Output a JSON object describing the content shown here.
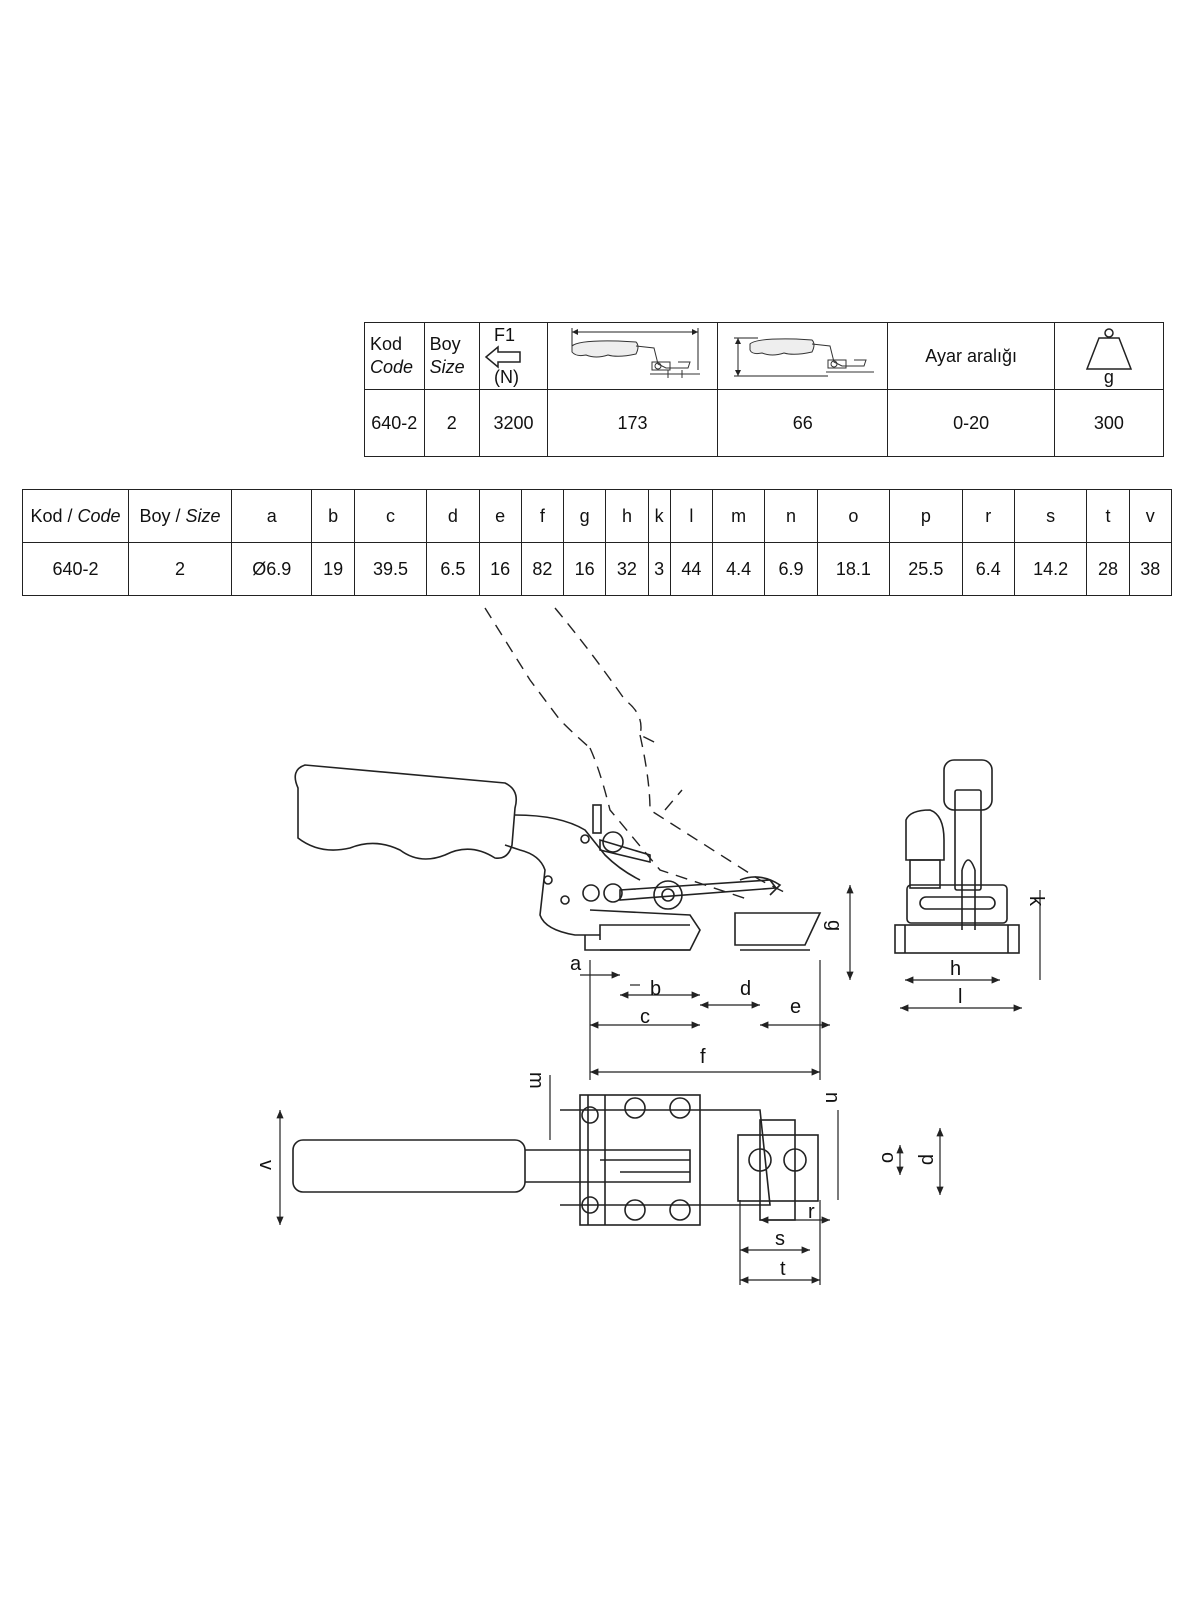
{
  "spec_table": {
    "headers": {
      "code_tr": "Kod",
      "code_en": "Code",
      "size_tr": "Boy",
      "size_en": "Size",
      "force_label": "F1",
      "force_unit": "(N)",
      "adjust_label": "Ayar aralığı",
      "weight_unit": "g"
    },
    "row": {
      "code": "640-2",
      "size": "2",
      "force": "3200",
      "length": "173",
      "height": "66",
      "adjust": "0-20",
      "weight": "300"
    },
    "icons": [
      "force-arrow-icon",
      "clamp-length-icon",
      "clamp-height-icon",
      "weight-icon"
    ]
  },
  "dim_table": {
    "code_header_tr": "Kod",
    "code_header_en": "Code",
    "size_header_tr": "Boy",
    "size_header_en": "Size",
    "separator": " / ",
    "columns": [
      "a",
      "b",
      "c",
      "d",
      "e",
      "f",
      "g",
      "h",
      "k",
      "l",
      "m",
      "n",
      "o",
      "p",
      "r",
      "s",
      "t",
      "v"
    ],
    "code": "640-2",
    "size": "2",
    "values": [
      "Ø6.9",
      "19",
      "39.5",
      "6.5",
      "16",
      "82",
      "16",
      "32",
      "3",
      "44",
      "4.4",
      "6.9",
      "18.1",
      "25.5",
      "6.4",
      "14.2",
      "28",
      "38"
    ]
  },
  "drawing_labels": {
    "a": "a",
    "b": "b",
    "c": "c",
    "d": "d",
    "e": "e",
    "f": "f",
    "g": "g",
    "h": "h",
    "k": "k",
    "l": "l",
    "m": "m",
    "n": "n",
    "o": "o",
    "p": "p",
    "r": "r",
    "s": "s",
    "t": "t",
    "v": "v"
  }
}
